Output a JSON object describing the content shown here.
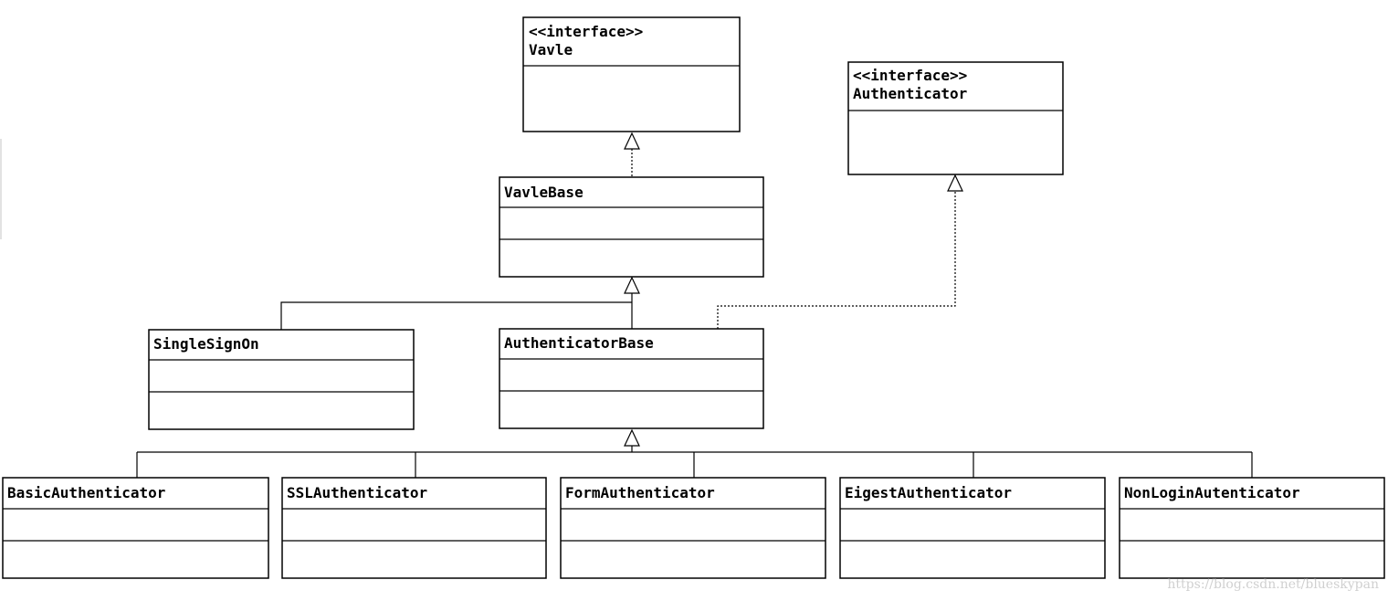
{
  "classes": {
    "valve": {
      "stereotype": "<<interface>>",
      "name": "Vavle"
    },
    "authenticator": {
      "stereotype": "<<interface>>",
      "name": "Authenticator"
    },
    "valve_base": {
      "name": "VavleBase"
    },
    "single_sign_on": {
      "name": "SingleSignOn"
    },
    "authenticator_base": {
      "name": "AuthenticatorBase"
    },
    "basic_authenticator": {
      "name": "BasicAuthenticator"
    },
    "ssl_authenticator": {
      "name": "SSLAuthenticator"
    },
    "form_authenticator": {
      "name": "FormAuthenticator"
    },
    "eigest_authenticator": {
      "name": "EigestAuthenticator"
    },
    "non_login_authenticator": {
      "name": "NonLoginAutenticator"
    }
  },
  "watermark": "https://blog.csdn.net/blueskypan"
}
